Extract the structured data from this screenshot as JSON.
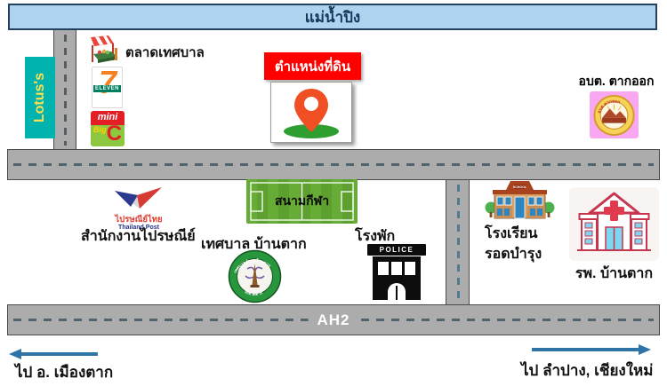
{
  "river": {
    "label": "แม่น้ำปิง"
  },
  "roads": {
    "ah2": "AH2"
  },
  "location": {
    "banner": "ตำแหน่งที่ดิน"
  },
  "landmarks": {
    "lotus": {
      "label": "Lotus's"
    },
    "market": {
      "label": "ตลาดเทศบาล"
    },
    "seven_eleven": {
      "seven": "7",
      "eleven": "ELEVEN"
    },
    "mini_bigc": {
      "mini": "mini",
      "big": "Big",
      "c": "C"
    },
    "obt_takok": {
      "label": "อบต. ตากออก",
      "emblem_text": "อบต.ตากออก"
    },
    "stadium": {
      "label": "สนามกีฬา"
    },
    "post": {
      "logo_th": "ไปรษณีย์ไทย",
      "logo_en": "Thailand Post",
      "label": "สำนักงานไปรษณีย์"
    },
    "municipality": {
      "label": "เทศบาล บ้านตาก",
      "emblem_top": "เทศบาลตำบลบ้านตาก",
      "emblem_bottom": "จังหวัดตาก"
    },
    "police": {
      "label": "โรงพัก",
      "sign": "POLICE"
    },
    "school": {
      "line1": "โรงเรียน",
      "line2": "รอดบำรุง",
      "sign": "SCHOOL"
    },
    "hospital": {
      "label": "รพ. บ้านตาก"
    }
  },
  "directions": {
    "west": "ไป อ. เมืองตาก",
    "east": "ไป ลำปาง, เชียงใหม่"
  },
  "colors": {
    "river_blue": "#AED3EE",
    "road_gray": "#ACACAC",
    "banner_red": "#FE0000",
    "arrow_blue": "#2E74A6",
    "lotus_teal": "#00B3AF",
    "field_green": "#67AC36",
    "pin_orange": "#F04E23",
    "pin_base_green": "#2E9E30"
  }
}
